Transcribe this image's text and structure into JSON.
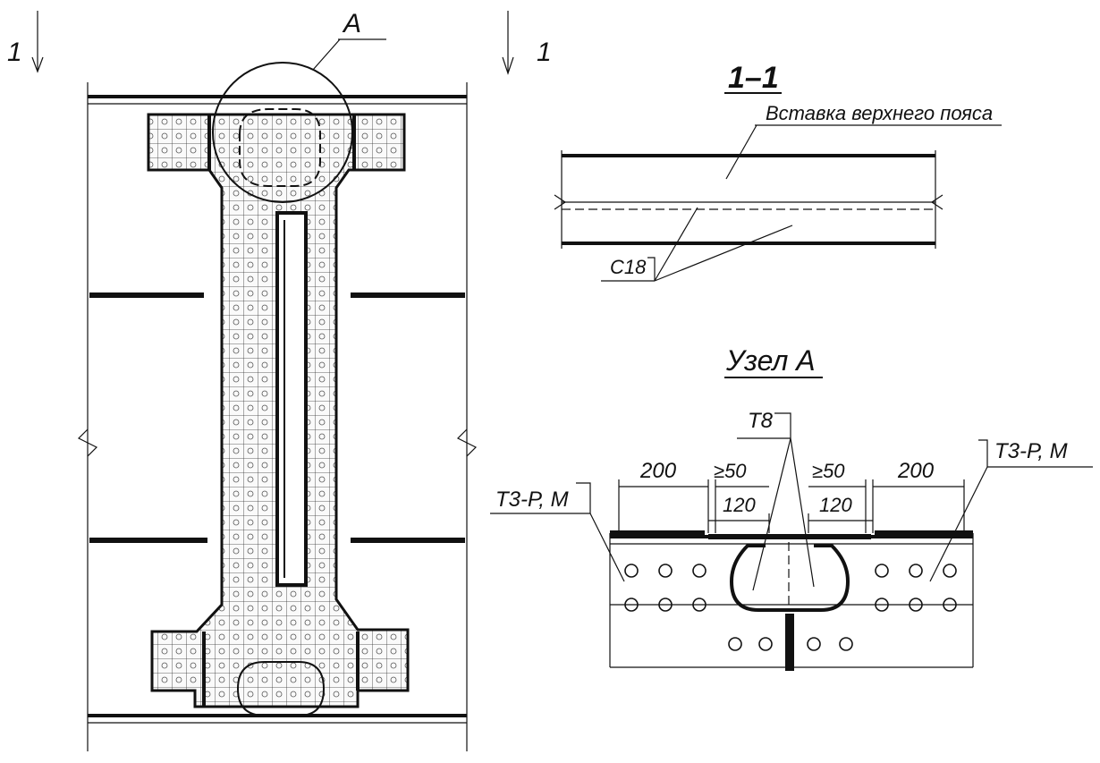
{
  "section_marks": {
    "left_mark": "1",
    "right_mark": "1"
  },
  "detail_callout": {
    "label": "A"
  },
  "section_view": {
    "title": "1–1",
    "insert_label": "Вставка верхнего пояса",
    "weld_label": "С18"
  },
  "node_view": {
    "title": "Узел А",
    "weld_center": "Т8",
    "weld_left": "Т3-Р, М",
    "weld_right": "Т3-Р, М",
    "dims": {
      "left_200": "200",
      "left_ge50": "≥50",
      "left_120": "120",
      "right_ge50": "≥50",
      "right_120": "120",
      "right_200": "200"
    }
  }
}
